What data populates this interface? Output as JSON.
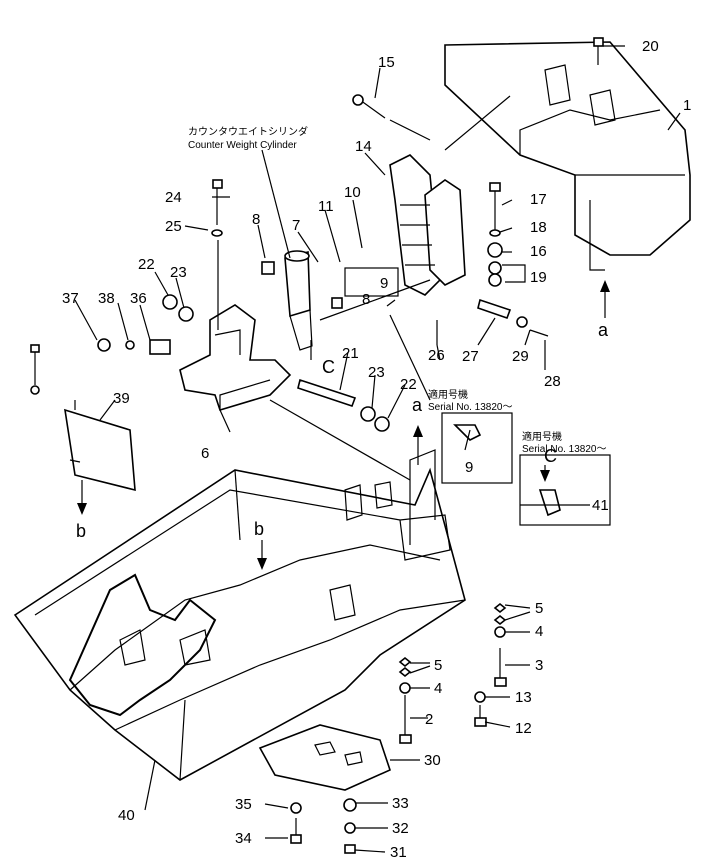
{
  "title_ja": "カウンタウエイトシリンダ",
  "title_en": "Counter Weight Cylinder",
  "serial_note_ja": "適用号機",
  "serial_note_1": "Serial No. 13820～",
  "serial_note_2": "Serial No. 13820～",
  "callouts": {
    "p1": "1",
    "p2": "2",
    "p3": "3",
    "p4a": "4",
    "p4b": "4",
    "p5a": "5",
    "p5b": "5",
    "p6": "6",
    "p7": "7",
    "p8a": "8",
    "p8b": "8",
    "p9a": "9",
    "p9b": "9",
    "p10": "10",
    "p11": "11",
    "p12": "12",
    "p13": "13",
    "p14": "14",
    "p15": "15",
    "p16": "16",
    "p17": "17",
    "p18": "18",
    "p19": "19",
    "p20": "20",
    "p21": "21",
    "p22a": "22",
    "p22b": "22",
    "p23a": "23",
    "p23b": "23",
    "p24": "24",
    "p25": "25",
    "p26": "26",
    "p27": "27",
    "p28": "28",
    "p29": "29",
    "p30": "30",
    "p31": "31",
    "p32": "32",
    "p33": "33",
    "p34": "34",
    "p35": "35",
    "p36": "36",
    "p37": "37",
    "p38": "38",
    "p39": "39",
    "p40": "40",
    "p41": "41"
  },
  "letters": {
    "a1": "a",
    "a2": "a",
    "b1": "b",
    "b2": "b",
    "c1": "C",
    "c2": "C"
  }
}
